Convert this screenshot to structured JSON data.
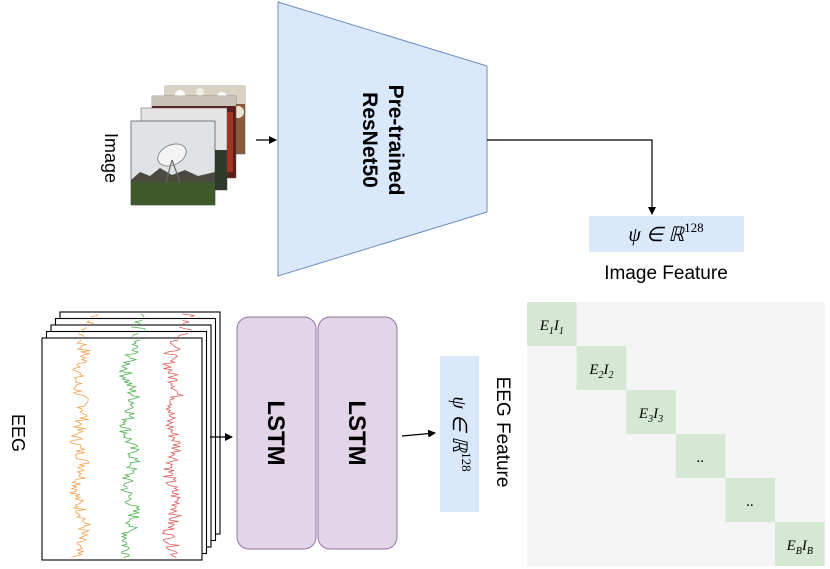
{
  "image_branch": {
    "input_label": "Image",
    "encoder_line1": "Pre-trained",
    "encoder_line2": "ResNet50",
    "feature_formula": "ψ ∈ ℝ",
    "feature_dim": "128",
    "feature_label": "Image Feature",
    "encoder_color": "#dae8fc",
    "encoder_stroke": "#6c8ebf"
  },
  "eeg_branch": {
    "input_label": "EEG",
    "lstm1_label": "LSTM",
    "lstm2_label": "LSTM",
    "feature_formula": "ψ ∈ ℝ",
    "feature_dim": "128",
    "feature_label": "EEG Feature",
    "lstm_color": "#e1d5e7",
    "lstm_stroke": "#9673a6",
    "signal_colors": [
      "#f5a04a",
      "#4caf50",
      "#e05a5a"
    ]
  },
  "matrix": {
    "background": "#f5f5f5",
    "cell_color": "#d5e8d4",
    "cells": [
      {
        "E": "E",
        "Esub": "1",
        "I": "I",
        "Isub": "1"
      },
      {
        "E": "E",
        "Esub": "2",
        "I": "I",
        "Isub": "2"
      },
      {
        "E": "E",
        "Esub": "3",
        "I": "I",
        "Isub": "3"
      },
      {
        "dots": ".."
      },
      {
        "dots": ".."
      },
      {
        "E": "E",
        "Esub": "B",
        "I": "I",
        "Isub": "B"
      }
    ]
  }
}
